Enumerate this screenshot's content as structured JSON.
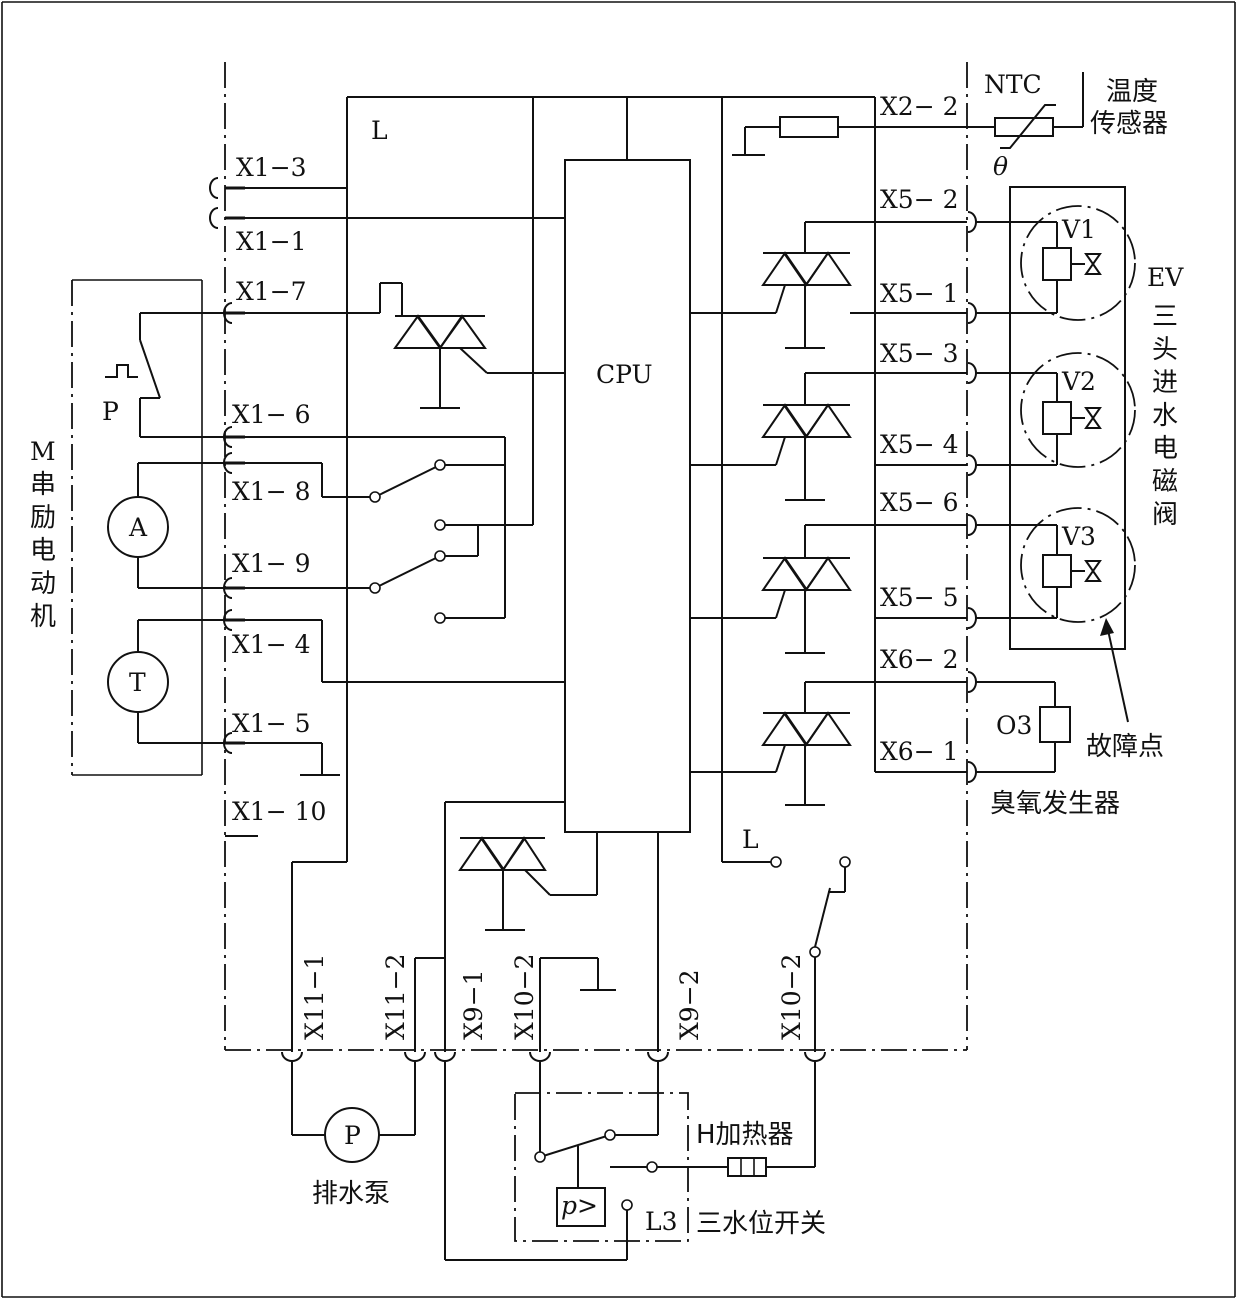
{
  "labels": {
    "L_top": "L",
    "cpu": "CPU",
    "x1_3": "X1−3",
    "x1_1": "X1−1",
    "x1_7": "X1−7",
    "x1_6": "X1− 6",
    "x1_8": "X1− 8",
    "x1_9": "X1− 9",
    "x1_4": "X1− 4",
    "x1_5": "X1− 5",
    "x1_10": "X1− 10",
    "x2_2": "X2− 2",
    "x5_2": "X5− 2",
    "x5_1": "X5− 1",
    "x5_3": "X5− 3",
    "x5_4": "X5− 4",
    "x5_6": "X5− 6",
    "x5_5": "X5− 5",
    "x6_2": "X6− 2",
    "x6_1": "X6− 1",
    "x11_1": "X11−1",
    "x11_2": "X11−2",
    "x9_1": "X9−1",
    "x10_2a": "X10−2",
    "x9_2": "X9−2",
    "x10_2b": "X10−2",
    "L_bottom": "L",
    "ntc": "NTC",
    "theta": "θ",
    "temp_sensor_1": "温度",
    "temp_sensor_2": "传感器",
    "v1": "V1",
    "v2": "V2",
    "v3": "V3",
    "ev": "EV",
    "valve_name": [
      "三",
      "头",
      "进",
      "水",
      "电",
      "磁",
      "阀"
    ],
    "o3": "O3",
    "ozone": "臭氧发生器",
    "fault": "故障点",
    "motor_title": [
      "M",
      "串",
      "励",
      "电",
      "动",
      "机"
    ],
    "p_switch": "P",
    "a_winding": "A",
    "t_sensor": "T",
    "pump_symbol": "P",
    "pump": "排水泵",
    "heater": "H加热器",
    "pressure": "p>",
    "l3": "L3",
    "water_switch": "三水位开关"
  }
}
